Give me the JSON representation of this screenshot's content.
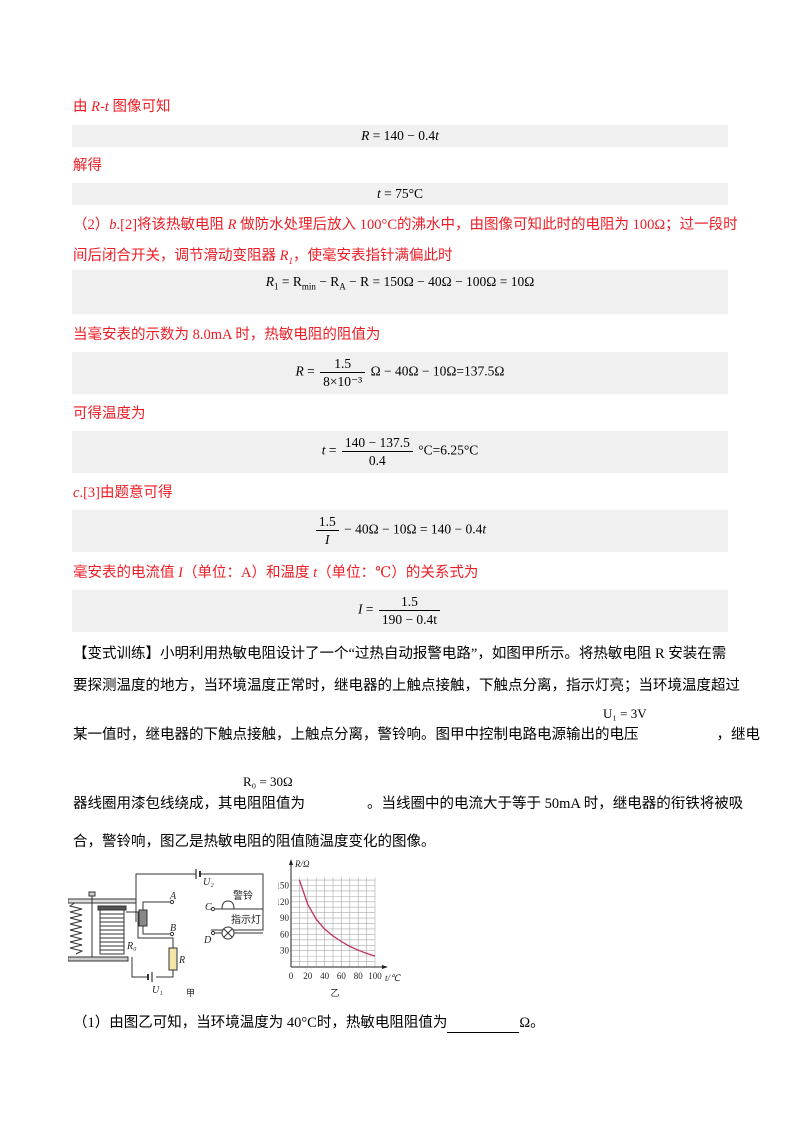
{
  "solution": {
    "l1": "由 R-t 图像可知",
    "l1_parts": {
      "pre": "由 ",
      "var": "R-t",
      "post": " 图像可知"
    },
    "eq1": {
      "lhs": "R",
      "rhs": " = 140 − 0.4",
      "var": "t"
    },
    "l2": "解得",
    "eq2": {
      "var": "t",
      "rhs": " = 75°C"
    },
    "l3a_pre": "（2）",
    "l3a_var": "b",
    "l3a_post": ".[2]将该热敏电阻 ",
    "l3a_R": "R",
    "l3a_rest": " 做防水处理后放入 100°C的沸水中，由图像可知此时的电阻为 100Ω；过一段时",
    "l3b_pre": "间后闭合开关，调节滑动变阻器 ",
    "l3b_var": "R",
    "l3b_sub": "1",
    "l3b_post": "，使毫安表指针满偏此时",
    "eq3": "R₁ = R_min − R_A − R = 150Ω − 40Ω − 100Ω = 10Ω",
    "eq3_parts": {
      "R": "R",
      "s1": "1",
      "eqR": " = R",
      "smin": "min",
      "minus": " − R",
      "sA": "A",
      "rest": " − R = 150Ω − 40Ω − 100Ω = 10Ω"
    },
    "l4": "当毫安表的示数为 8.0mA 时，热敏电阻的阻值为",
    "eq4": {
      "lhs": "R",
      "eq": " = ",
      "num": "1.5",
      "den": "8×10⁻³",
      "rest": " Ω − 40Ω − 10Ω=137.5Ω"
    },
    "l5": "可得温度为",
    "eq5": {
      "lhs": "t",
      "eq": " = ",
      "num": "140 − 137.5",
      "den": "0.4",
      "rest": " °C=6.25°C"
    },
    "l6_var": "c",
    "l6_rest": ".[3]由题意可得",
    "eq6": {
      "num": "1.5",
      "den": "I",
      "rest": " − 40Ω − 10Ω = 140 − 0.4",
      "var": "t"
    },
    "l7_pre": "毫安表的电流值 ",
    "l7_I": "I",
    "l7_mid": "（单位：A）和温度 ",
    "l7_t": "t",
    "l7_post": "（单位：℃）的关系式为",
    "eq7": {
      "lhs": "I",
      "eq": " = ",
      "num": "1.5",
      "den": "190 − 0.4t"
    }
  },
  "problem": {
    "p1": "【变式训练】小明利用热敏电阻设计了一个“过热自动报警电路”，如图甲所示。将热敏电阻 R 安装在需",
    "p2": "要探测温度的地方，当环境温度正常时，继电器的上触点接触，下触点分离，指示灯亮；当环境温度超过",
    "p3": "某一值时，继电器的下触点接触，上触点分离，警铃响。图甲中控制电路电源输出的电压",
    "p3_eq": "U₁ = 3V",
    "p3_end": "，继电",
    "p4": "器线圈用漆包线绕成，其电阻阻值为",
    "p4_eq": "R₀ = 30Ω",
    "p4_end": "。当线圈中的电流大于等于 50mA 时，继电器的衔铁将被吸",
    "p5": "合，警铃响，图乙是热敏电阻的阻值随温度变化的图像。",
    "q1_pre": "（1）由图乙可知，当环境温度为 40°C时，热敏电阻阻值为",
    "q1_post": "Ω。"
  },
  "figure_jia": {
    "caption": "甲",
    "labels": {
      "A": "A",
      "B": "B",
      "C": "C",
      "D": "D",
      "U2": "U₂",
      "U1": "U₁",
      "R0": "R₀",
      "R": "R",
      "bell": "警铃",
      "lamp": "指示灯"
    }
  },
  "chart_data": {
    "type": "line",
    "title": "",
    "caption": "乙",
    "xlabel": "t/℃",
    "ylabel": "R/Ω",
    "x_ticks": [
      0,
      20,
      40,
      60,
      80,
      100
    ],
    "y_ticks": [
      30,
      60,
      90,
      120,
      150
    ],
    "xlim": [
      0,
      110
    ],
    "ylim": [
      0,
      170
    ],
    "grid": true,
    "series": [
      {
        "name": "R-t",
        "color": "#c0305a",
        "x": [
          10,
          20,
          30,
          40,
          50,
          60,
          70,
          80,
          90,
          100
        ],
        "values": [
          160,
          115,
          88,
          70,
          57,
          47,
          38,
          31,
          25,
          20
        ]
      }
    ]
  },
  "colors": {
    "answer_red": "#ee1c25",
    "eq_box_bg": "#f0f0f0",
    "curve": "#c0305a"
  }
}
